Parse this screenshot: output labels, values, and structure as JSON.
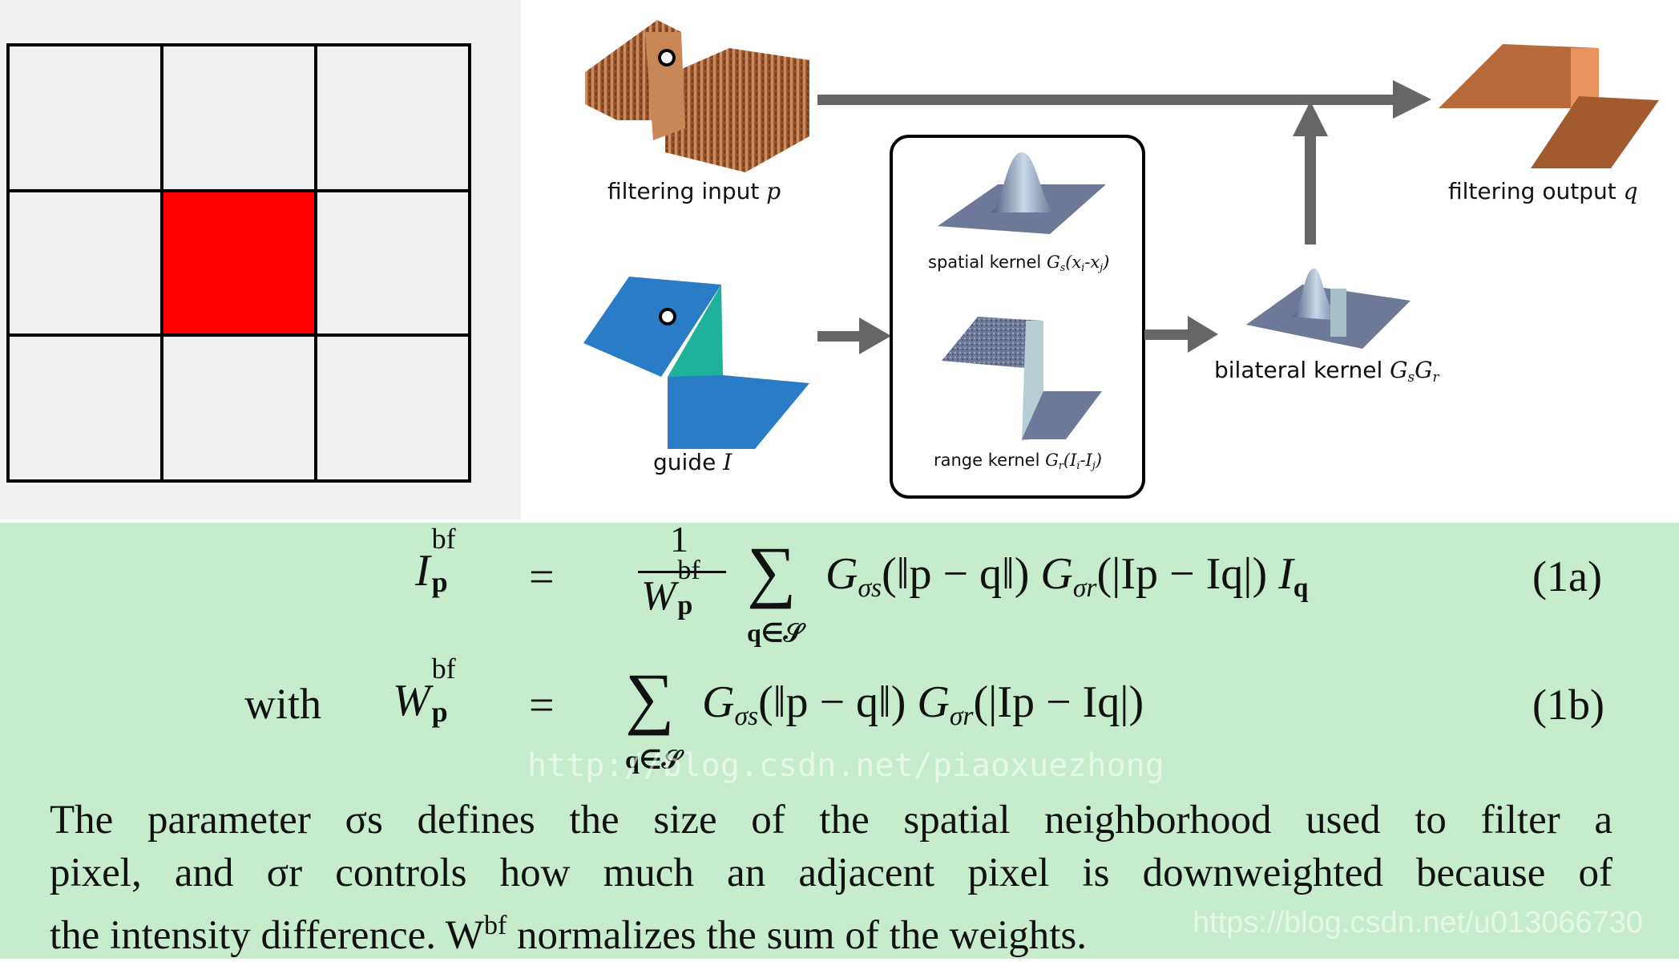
{
  "colors": {
    "grid_background": "#efefef",
    "grid_lines": "#000000",
    "center_cell": "#ff0000",
    "formula_background": "#c7ebcd",
    "arrow": "#666666",
    "noisy_surface": "#b8754a",
    "guide_surface": "#2f7fc8",
    "guide_step": "#1db49a",
    "kernel_surface": "#6d7896",
    "output_surface": "#b86a3a"
  },
  "grid": {
    "rows": 3,
    "cols": 3,
    "highlighted_cell": "center"
  },
  "diagram": {
    "input_label": "filtering input",
    "input_var": "p",
    "output_label": "filtering output",
    "output_var": "q",
    "guide_label": "guide",
    "guide_var": "I",
    "spatial_label": "spatial kernel",
    "spatial_func": "G",
    "spatial_sub": "s",
    "spatial_arg": "(x",
    "spatial_arg_i": "i",
    "spatial_arg_mid": "-x",
    "spatial_arg_j": "j",
    "spatial_arg_end": ")",
    "range_label": "range kernel",
    "range_func": "G",
    "range_sub": "r",
    "range_arg": "(I",
    "range_arg_i": "i",
    "range_arg_mid": "-I",
    "range_arg_j": "j",
    "range_arg_end": ")",
    "bilateral_label": "bilateral kernel",
    "bilateral_g1": "G",
    "bilateral_s": "s",
    "bilateral_g2": "G",
    "bilateral_r": "r",
    "icons": [
      "noisy-surface-icon",
      "step-surface-icon",
      "gaussian-bump-icon",
      "noisy-step-icon",
      "arrow-icon"
    ]
  },
  "formula": {
    "eq1_lhs_I": "I",
    "eq1_lhs_sub": "p",
    "eq1_lhs_sup": "bf",
    "equals": "=",
    "eq1_num": "1",
    "eq1_den_W": "W",
    "eq1_den_sub": "p",
    "eq1_den_sup": "bf",
    "sum": "∑",
    "sum_sub": "q∈𝒮",
    "eq1_body": "G",
    "eq1_label": "(1a)",
    "eq2_with": "with",
    "eq2_lhs_W": "W",
    "eq2_lhs_sub": "p",
    "eq2_lhs_sup": "bf",
    "eq2_label": "(1b)",
    "gs_sub": "σs",
    "gr_sub": "σr",
    "norm_arg": "(‖p − q‖)",
    "abs_arg": "(|Ip − Iq|)",
    "Iq": "I",
    "Iq_sub": "q"
  },
  "paragraph": {
    "line1": "The parameter σs defines the size of the spatial neighborhood used to filter a",
    "line2": "pixel, and σr controls how much an adjacent pixel is downweighted because of",
    "line3_a": "the intensity difference. W",
    "line3_sup": "bf",
    "line3_b": " normalizes the sum of the weights."
  },
  "watermarks": {
    "center": "http://blog.csdn.net/piaoxuezhong",
    "bottom": "https://blog.csdn.net/u013066730"
  }
}
